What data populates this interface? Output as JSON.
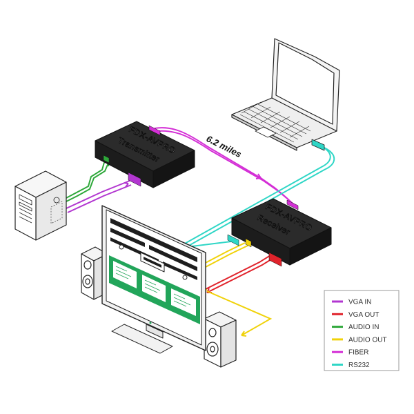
{
  "distance_label": "6.2 miles",
  "transmitter": {
    "brand": "FDX-AVPRO",
    "name": "Transmitter"
  },
  "receiver": {
    "brand": "FDX-AVPRO",
    "name": "Receiver"
  },
  "legend": [
    {
      "label": "VGA IN",
      "color": "#b236d0"
    },
    {
      "label": "VGA OUT",
      "color": "#e0232b"
    },
    {
      "label": "AUDIO IN",
      "color": "#2ea83a"
    },
    {
      "label": "AUDIO OUT",
      "color": "#f0d20a"
    },
    {
      "label": "FIBER",
      "color": "#d42fd6"
    },
    {
      "label": "RS232",
      "color": "#2fd6c6"
    }
  ]
}
